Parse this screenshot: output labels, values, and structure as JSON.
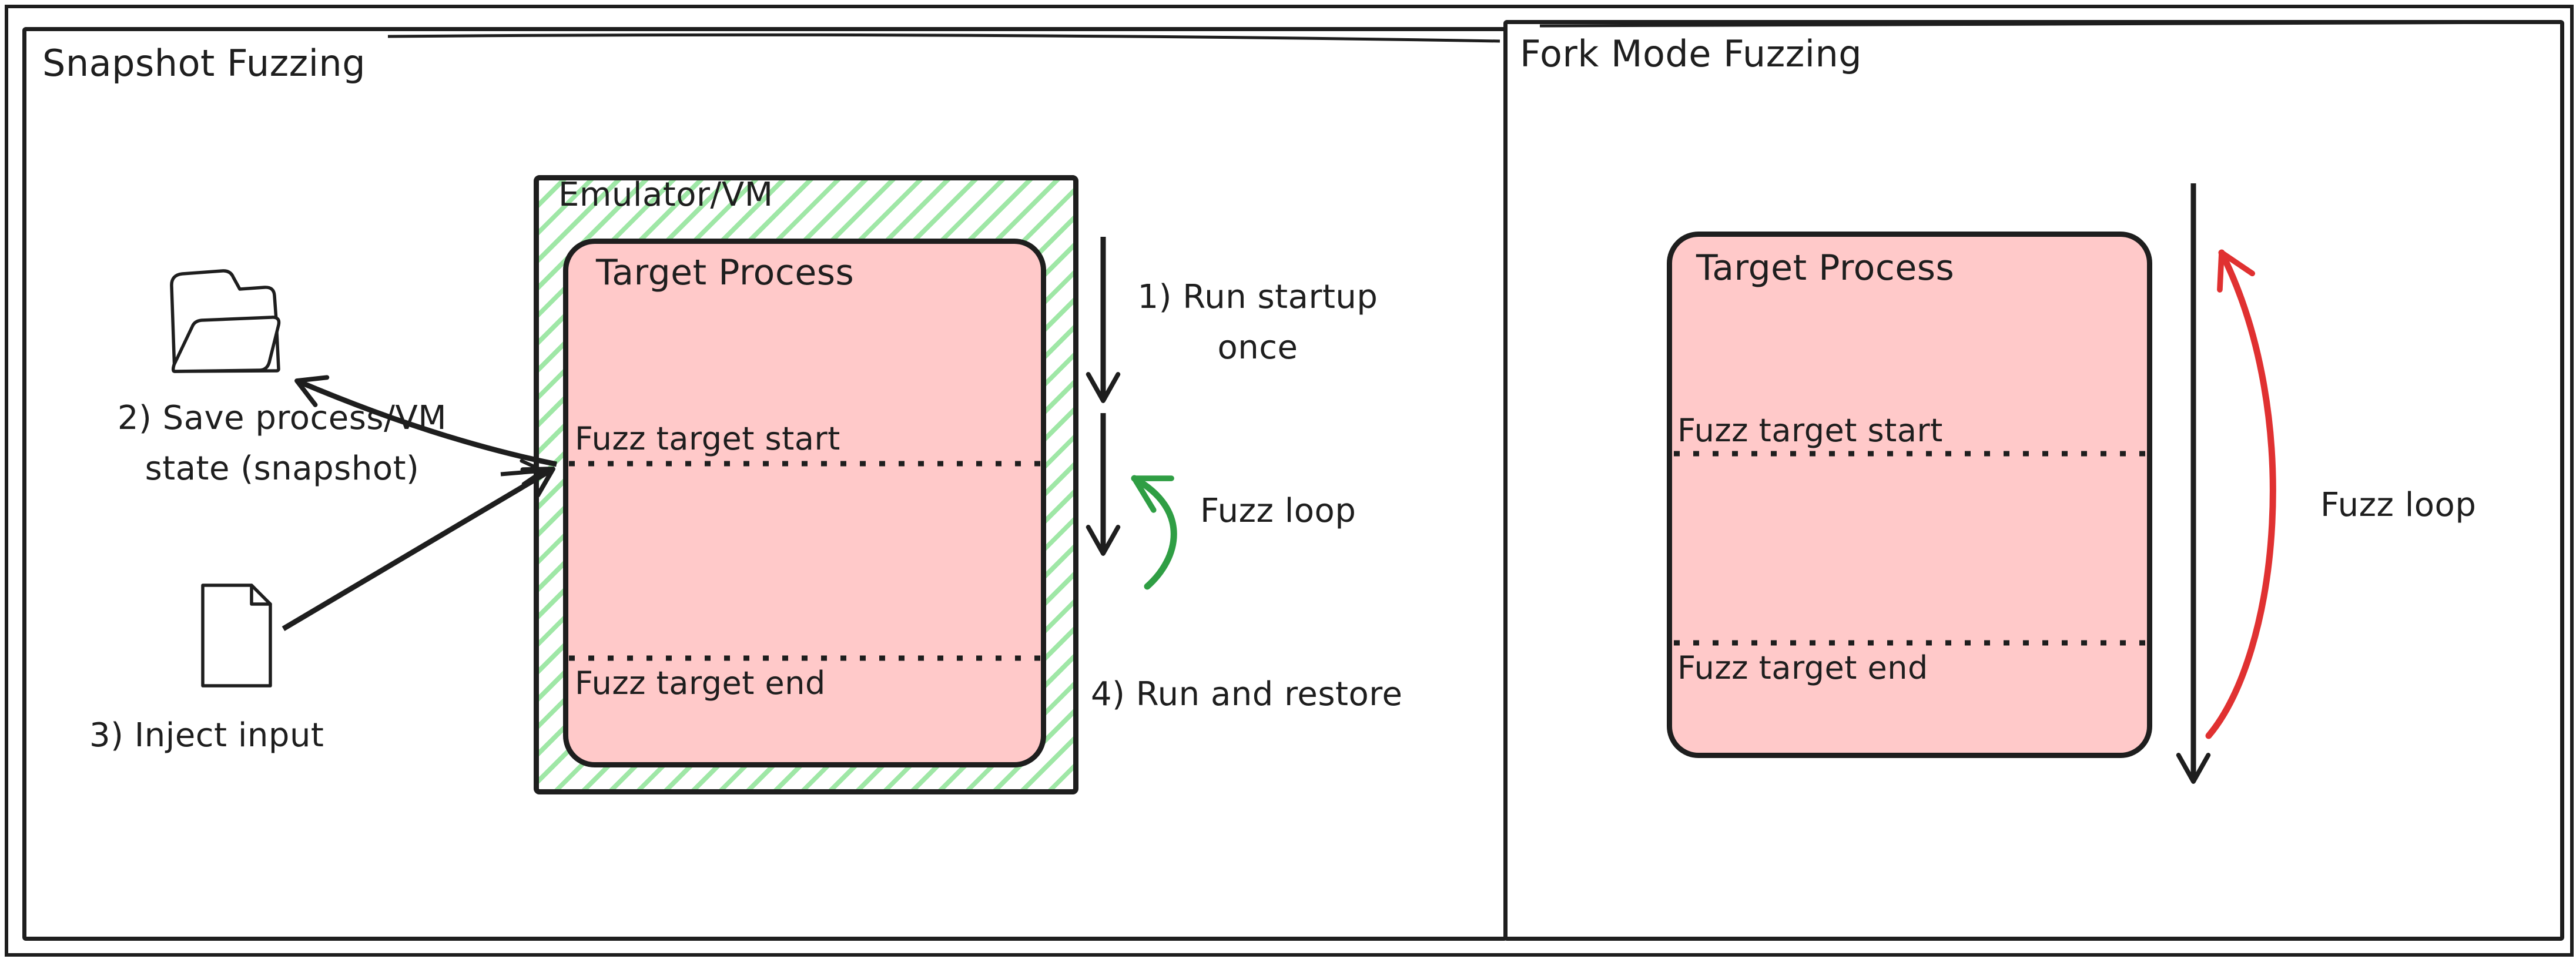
{
  "colors": {
    "ink": "#1e1e1e",
    "pink": "#ffc9c9",
    "green_hatch": "#9fe7a6",
    "green_stroke": "#2f9e44",
    "red": "#e03131",
    "bg": "#ffffff"
  },
  "left_panel": {
    "title": "Snapshot Fuzzing",
    "emulator_box": {
      "label": "Emulator/VM"
    },
    "process_box": {
      "title": "Target Process",
      "start_label": "Fuzz target start",
      "end_label": "Fuzz target end"
    },
    "steps": {
      "run_startup": {
        "line1": "1) Run startup",
        "line2": "once"
      },
      "save_state": {
        "line1": "2) Save process/VM",
        "line2": "state (snapshot)"
      },
      "inject_input": "3) Inject input",
      "run_and_restore": "4) Run and restore"
    },
    "fuzz_loop_label": "Fuzz loop"
  },
  "right_panel": {
    "title": "Fork Mode Fuzzing",
    "process_box": {
      "title": "Target Process",
      "start_label": "Fuzz target start",
      "end_label": "Fuzz target end"
    },
    "fuzz_loop_label": "Fuzz loop"
  }
}
